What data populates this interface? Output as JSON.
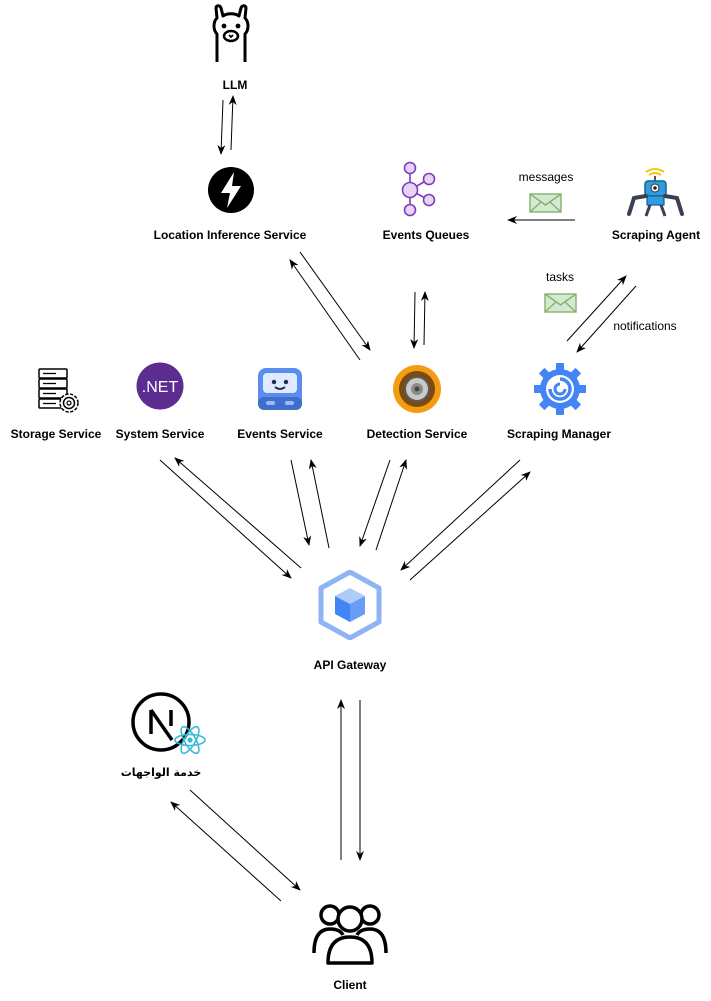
{
  "nodes": {
    "llm": {
      "label": "LLM",
      "icon": "llama-icon"
    },
    "location_inference": {
      "label": "Location Inference Service",
      "icon": "lightning-icon"
    },
    "events_queues": {
      "label": "Events Queues",
      "icon": "kafka-icon"
    },
    "scraping_agent": {
      "label": "Scraping Agent",
      "icon": "robot-icon"
    },
    "storage_service": {
      "label": "Storage Service",
      "icon": "storage-server-icon"
    },
    "system_service": {
      "label": "System  Service",
      "icon": "dotnet-icon",
      "icon_text": ".NET"
    },
    "events_service": {
      "label": "Events Service",
      "icon": "pager-robot-icon"
    },
    "detection_service": {
      "label": "Detection Service",
      "icon": "camera-lens-icon"
    },
    "scraping_manager": {
      "label": "Scraping Manager",
      "icon": "gear-swirl-icon"
    },
    "api_gateway": {
      "label": "API Gateway",
      "icon": "cube-hexagon-icon"
    },
    "frontend": {
      "label": "خدمة الواجهات",
      "icon": "nextjs-react-icon",
      "icon_text": "N"
    },
    "client": {
      "label": "Client",
      "icon": "users-icon"
    }
  },
  "edge_labels": {
    "messages": "messages",
    "tasks": "tasks",
    "notifications": "notifications"
  },
  "colors": {
    "dotnet": "#5c2d91",
    "kafka": "#b36ae2",
    "gateway": "#8fb4f5",
    "manager": "#4285f4",
    "lens": "#f39c12",
    "pager": "#5b8def",
    "envelope": "#82b366",
    "envelope_fill": "#d5e8d4",
    "react": "#3bb8d8"
  }
}
